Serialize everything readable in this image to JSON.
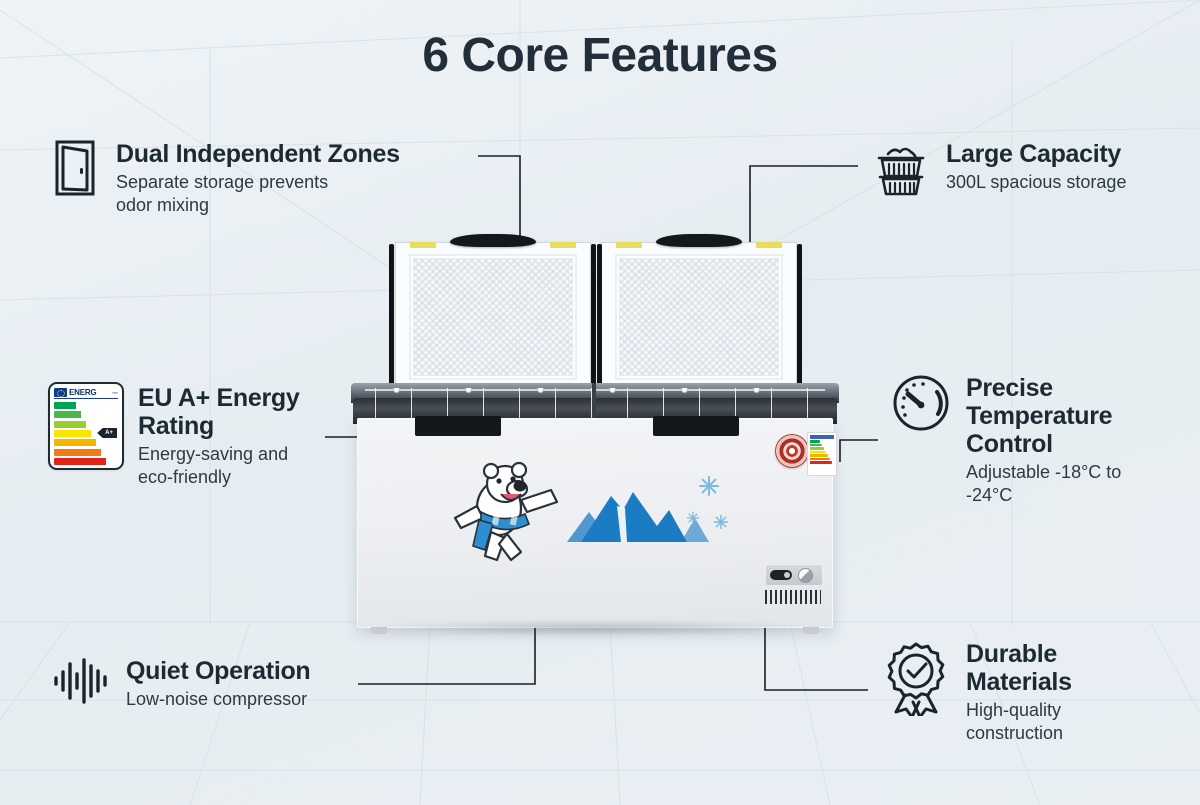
{
  "page": {
    "title": "6 Core Features",
    "background_color": "#e9eff3",
    "accent_color": "#222f3a"
  },
  "features": [
    {
      "id": "dual-independent-zones",
      "icon": "door-icon",
      "heading": "Dual Independent Zones",
      "description": "Separate storage prevents\nodor mixing",
      "position": "top-left"
    },
    {
      "id": "large-capacity",
      "icon": "laundry-basket-icon",
      "heading": "Large Capacity",
      "description": "300L spacious storage",
      "position": "top-right"
    },
    {
      "id": "eu-a-plus-energy-rating",
      "icon": "energy-label-icon",
      "heading": "EU A+ Energy\nRating",
      "description": "Energy-saving and\neco-friendly",
      "position": "middle-left"
    },
    {
      "id": "precise-temperature-control",
      "icon": "gauge-icon",
      "heading": "Precise\nTemperature\nControl",
      "description": "Adjustable -18°C to\n-24°C",
      "position": "middle-right"
    },
    {
      "id": "quiet-operation",
      "icon": "sound-wave-icon",
      "heading": "Quiet Operation",
      "description": "Low-noise compressor",
      "position": "bottom-left"
    },
    {
      "id": "durable-materials",
      "icon": "award-ribbon-icon",
      "heading": "Durable\nMaterials",
      "description": "High-quality\nconstruction",
      "position": "bottom-right"
    }
  ],
  "energy_label": {
    "brand_text": "ENERG",
    "rating_text": "A+",
    "bar_colors": [
      "#00a64f",
      "#4cb648",
      "#9acd32",
      "#f7e700",
      "#f8b500",
      "#f07c18",
      "#e2231a"
    ]
  },
  "product": {
    "name": "chest-freezer",
    "lid_count": 2,
    "decal": {
      "mascot": "polar-bear",
      "scarf_color": "#2e8fd0",
      "mountain_color": "#1b7cc4",
      "snowflake_color": "#7fb9e0"
    }
  }
}
